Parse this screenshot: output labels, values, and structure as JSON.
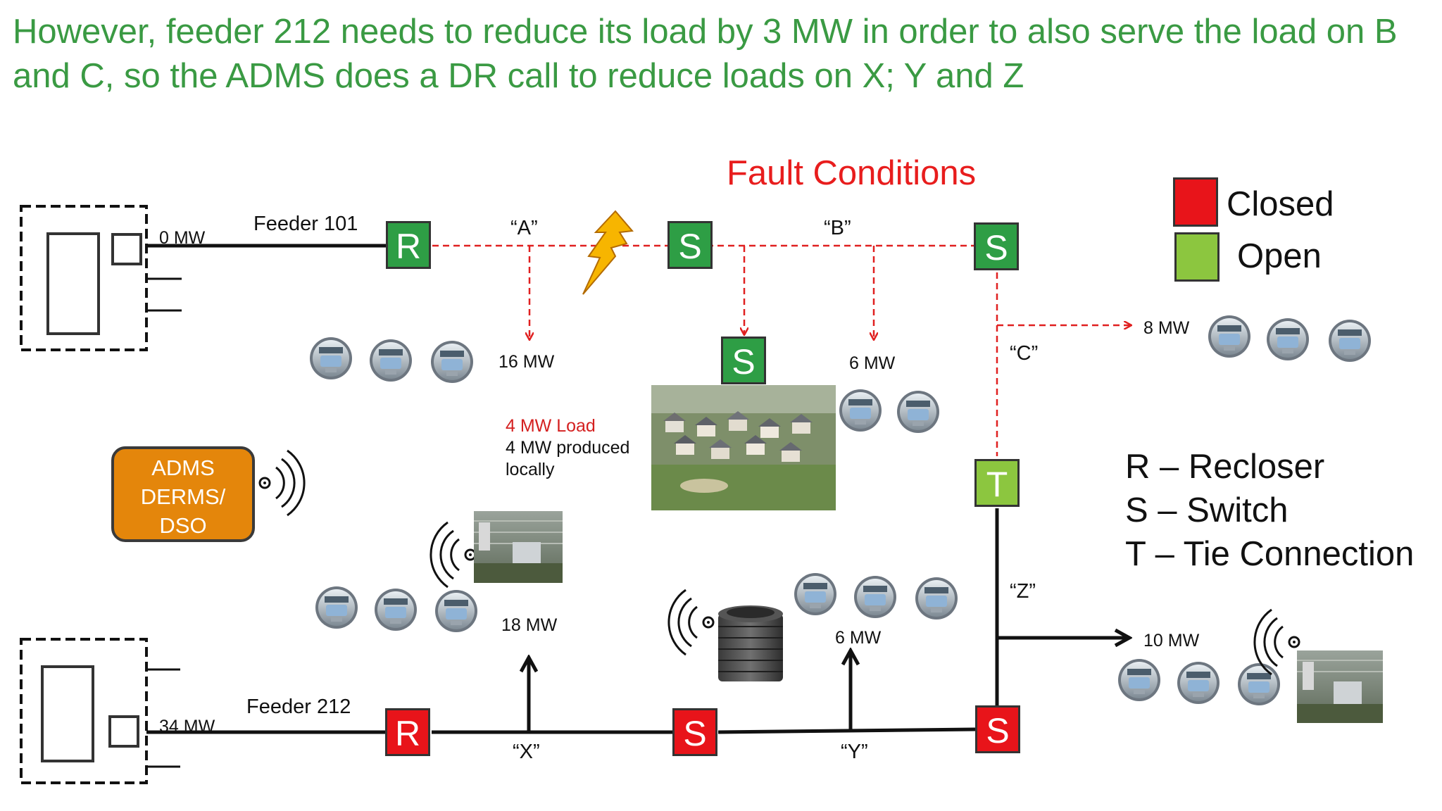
{
  "headline": "However, feeder 212 needs to reduce its load by 3 MW in order to also serve the load on B and C, so the ADMS does a DR call to reduce loads on X; Y and Z",
  "fault_title": "Fault Conditions",
  "legend": {
    "closed": "Closed",
    "open": "Open",
    "closed_color": "#e8141a",
    "open_color": "#8cc63f"
  },
  "device_colors": {
    "closed_red": "#e8141a",
    "open_green_dark": "#2e9e45",
    "tie_green": "#8cc63f"
  },
  "feeder_101": {
    "name": "Feeder 101",
    "substation_load": "0 MW",
    "recloser": "R",
    "switch_1": "S",
    "switch_2": "S",
    "section_a": "“A”",
    "section_b": "“B”",
    "section_c": "“C”",
    "load_a": "16 MW",
    "load_b": "6 MW",
    "load_c": "8 MW",
    "microgrid_switch": "S"
  },
  "microgrid": {
    "line1": "4 MW Load",
    "line2": "4 MW produced",
    "line3": "locally"
  },
  "feeder_212": {
    "name": "Feeder 212",
    "substation_load": "34 MW",
    "recloser": "R",
    "switch_1": "S",
    "switch_2": "S",
    "section_x": "“X”",
    "section_y": "“Y”",
    "section_z": "“Z”",
    "load_x": "18 MW",
    "load_y": "6 MW",
    "load_z": "10 MW"
  },
  "tie": "T",
  "adms": {
    "line1": "ADMS",
    "line2": "DERMS/",
    "line3": "DSO"
  },
  "key": {
    "r": "R – Recloser",
    "s": "S – Switch",
    "t": "T – Tie Connection"
  }
}
